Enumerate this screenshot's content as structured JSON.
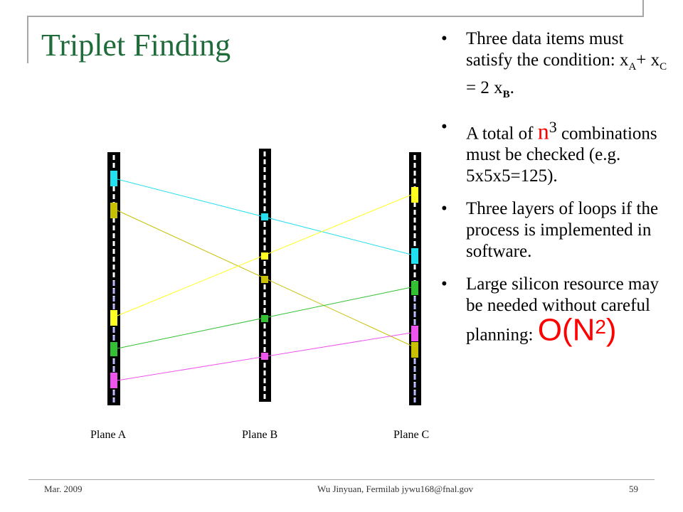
{
  "title": "Triplet Finding",
  "bullets": {
    "b1": {
      "line1": "Three data items must satisfy the condition: x",
      "subA": "A",
      "mid1": "+ x",
      "subC": "C",
      "mid2": " = 2 x",
      "subB": "B",
      "end": "."
    },
    "b2": {
      "pre": "A total of ",
      "n": "n",
      "exp": "3",
      "post": " combinations must be checked (e.g. 5x5x5=125)."
    },
    "b3": {
      "text": "Three layers of loops if the process is implemented in software."
    },
    "b4": {
      "pre": "Large silicon resource may be needed without careful planning: ",
      "big": "O(N",
      "exp": "2",
      "close": ")"
    },
    "bullet_glyph": "•"
  },
  "planes": [
    {
      "label": "Plane A"
    },
    {
      "label": "Plane B"
    },
    {
      "label": "Plane C"
    }
  ],
  "colors": {
    "cyan": "#22e0f0",
    "olive": "#c8c000",
    "yellow": "#ffff22",
    "green": "#33c033",
    "magenta": "#ee55ee",
    "title_green": "#1f6b3a"
  },
  "footer": {
    "left": "Mar. 2009",
    "center": "Wu Jinyuan, Fermilab jywu168@fnal.gov",
    "right": "59"
  }
}
